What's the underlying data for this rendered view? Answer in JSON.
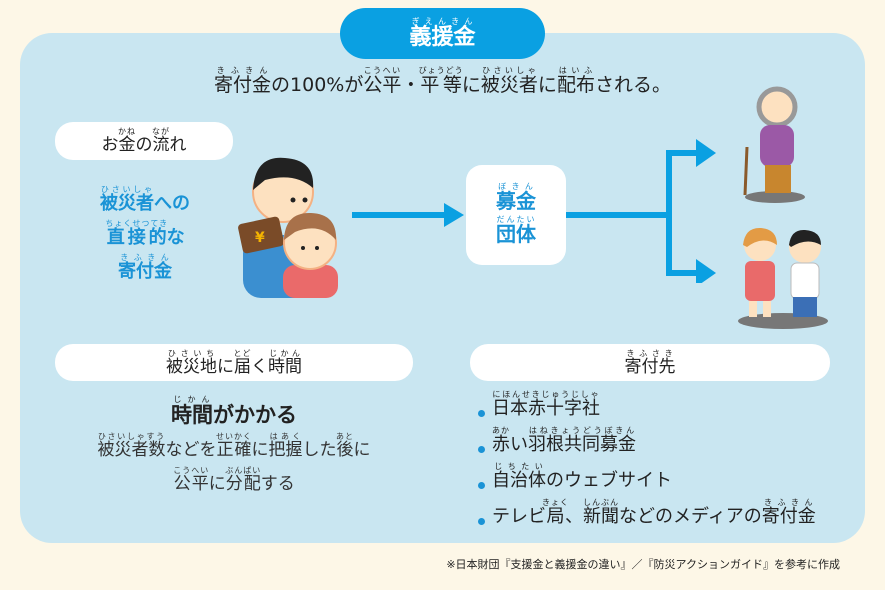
{
  "title": [
    {
      "t": "義援金",
      "r": "ぎえんきん"
    }
  ],
  "subtitle": [
    {
      "t": "寄付金",
      "r": "きふきん"
    },
    {
      "t": "の100%が"
    },
    {
      "t": "公平",
      "r": "こうへい"
    },
    {
      "t": "・"
    },
    {
      "t": "平等",
      "r": "びょうどう"
    },
    {
      "t": "に"
    },
    {
      "t": "被災者",
      "r": "ひさいしゃ"
    },
    {
      "t": "に"
    },
    {
      "t": "配布",
      "r": "はいふ"
    },
    {
      "t": "される。"
    }
  ],
  "flow_pill": [
    {
      "t": "お"
    },
    {
      "t": "金",
      "r": "かね"
    },
    {
      "t": "の"
    },
    {
      "t": "流",
      "r": "なが"
    },
    {
      "t": "れ"
    }
  ],
  "donation_type": [
    [
      {
        "t": "被災者",
        "r": "ひさいしゃ"
      },
      {
        "t": "への"
      }
    ],
    [
      {
        "t": "直接的",
        "r": "ちょくせつてき"
      },
      {
        "t": "な"
      }
    ],
    [
      {
        "t": "寄付金",
        "r": "きふきん"
      }
    ]
  ],
  "organization": [
    [
      {
        "t": "募金",
        "r": "ぼきん"
      }
    ],
    [
      {
        "t": "団体",
        "r": "だんたい"
      }
    ]
  ],
  "time_pill": [
    {
      "t": "被災地",
      "r": "ひさいち"
    },
    {
      "t": "に"
    },
    {
      "t": "届",
      "r": "とど"
    },
    {
      "t": "く"
    },
    {
      "t": "時間",
      "r": "じかん"
    }
  ],
  "time_head": [
    {
      "t": "時間",
      "r": "じかん"
    },
    {
      "t": "がかかる"
    }
  ],
  "time_body": [
    [
      {
        "t": "被災者数",
        "r": "ひさいしゃすう"
      },
      {
        "t": "などを"
      },
      {
        "t": "正確",
        "r": "せいかく"
      },
      {
        "t": "に"
      },
      {
        "t": "把握",
        "r": "はあく"
      },
      {
        "t": "した"
      },
      {
        "t": "後",
        "r": "あと"
      },
      {
        "t": "に"
      }
    ],
    [
      {
        "t": "公平",
        "r": "こうへい"
      },
      {
        "t": "に"
      },
      {
        "t": "分配",
        "r": "ぶんぱい"
      },
      {
        "t": "する"
      }
    ]
  ],
  "dest_pill": [
    {
      "t": "寄付先",
      "r": "きふさき"
    }
  ],
  "destinations": [
    [
      {
        "t": "日本赤十字社",
        "r": "にほんせきじゅうじしゃ"
      }
    ],
    [
      {
        "t": "赤",
        "r": "あか"
      },
      {
        "t": "い"
      },
      {
        "t": "羽根共同募金",
        "r": "はねきょうどうぼきん"
      }
    ],
    [
      {
        "t": "自治体",
        "r": "じちたい"
      },
      {
        "t": "のウェブサイト"
      }
    ],
    [
      {
        "t": "テレビ"
      },
      {
        "t": "局",
        "r": "きょく"
      },
      {
        "t": "、"
      },
      {
        "t": "新聞",
        "r": "しんぶん"
      },
      {
        "t": "などのメディアの"
      },
      {
        "t": "寄付金",
        "r": "きふきん"
      }
    ]
  ],
  "footnote": "※日本財団『支援金と義援金の違い』／『防災アクションガイド』を参考に作成",
  "colors": {
    "accent": "#0aa0e2",
    "panel": "#c9e6f1",
    "background": "#fdf7e7",
    "blue_text": "#1a93d6"
  }
}
